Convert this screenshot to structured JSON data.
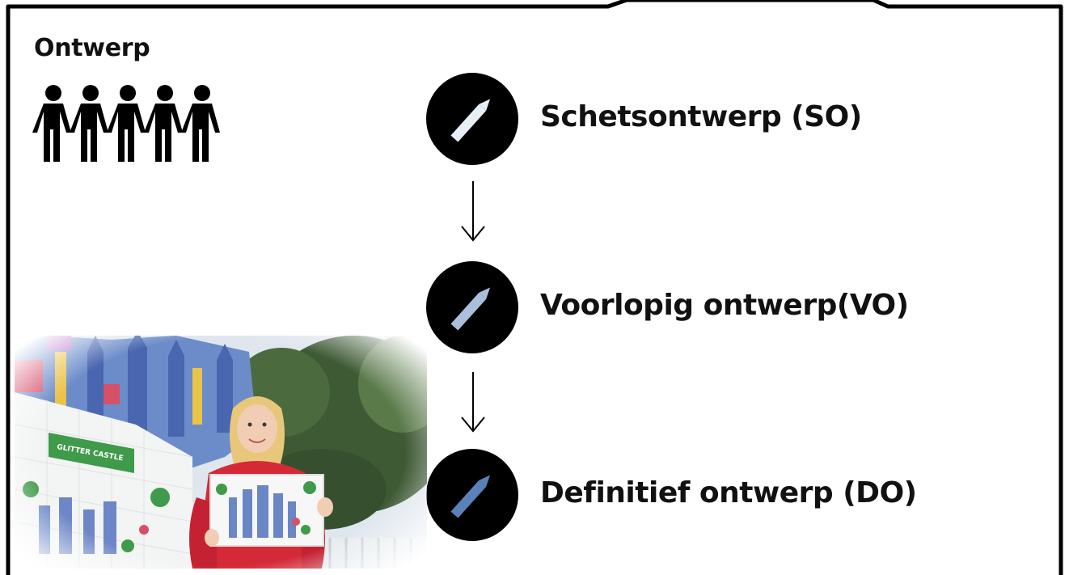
{
  "title": "Ontwerp",
  "steps": [
    {
      "label": "Schetsontwerp (SO)",
      "pencil_color": "#e8eef6",
      "icon": "pencil-icon"
    },
    {
      "label": "Voorlopig ontwerp(VO)",
      "pencil_color": "#a9bfdc",
      "icon": "pencil-icon"
    },
    {
      "label": "Definitief ontwerp (DO)",
      "pencil_color": "#5a82b8",
      "icon": "pencil-icon"
    }
  ],
  "people_icon": "people-group-icon",
  "photo": {
    "sign_title": "GLITTER CASTLE"
  }
}
